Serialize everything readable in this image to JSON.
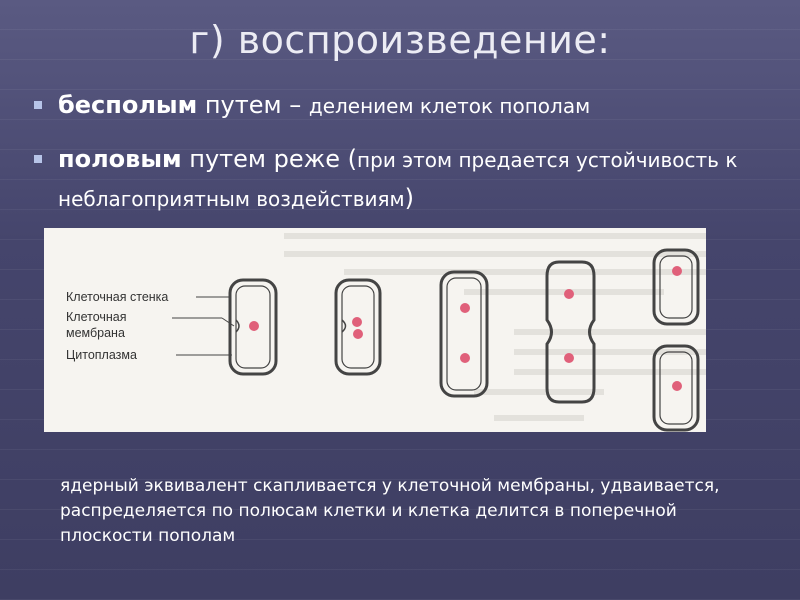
{
  "slide": {
    "title": "г) воспроизведение:",
    "bullets": [
      {
        "bold": "бесполым",
        "rest": " путем – ",
        "small": "делением клеток пополам"
      },
      {
        "bold": "половым",
        "rest": " путем реже (",
        "small": "при этом предается устойчивость к неблагоприятным воздействиям",
        "close": ")"
      }
    ]
  },
  "figure": {
    "labels": {
      "cell_wall": "Клеточная стенка",
      "membrane_line1": "Клеточная",
      "membrane_line2": "мембрана",
      "cytoplasm": "Цитоплазма"
    },
    "colors": {
      "nucleoid": "#e0607a",
      "outline": "#444444"
    }
  },
  "caption": "ядерный эквивалент скапливается у клеточной мембраны, удваивается, распределяется по полюсам клетки и клетка делится в поперечной плоскости пополам"
}
